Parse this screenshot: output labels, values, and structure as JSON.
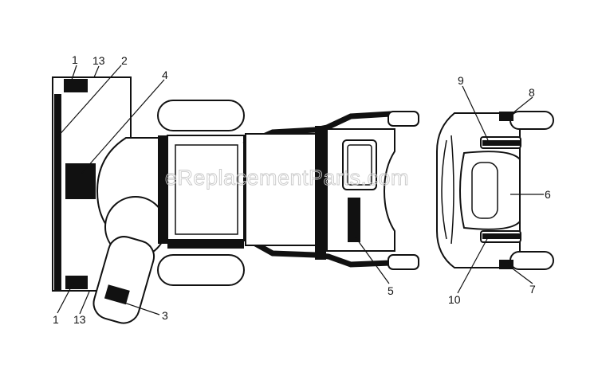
{
  "watermark": "eReplacementParts.com",
  "callouts": {
    "c1_top": "1",
    "c13_top": "13",
    "c2": "2",
    "c4": "4",
    "c1_bottom": "1",
    "c13_bottom": "13",
    "c3": "3",
    "c5": "5",
    "c9": "9",
    "c8": "8",
    "c6": "6",
    "c10": "10",
    "c7": "7"
  },
  "colors": {
    "line": "#111111",
    "decal": "#111111",
    "background": "#ffffff",
    "watermark": "#c8c8c8"
  }
}
